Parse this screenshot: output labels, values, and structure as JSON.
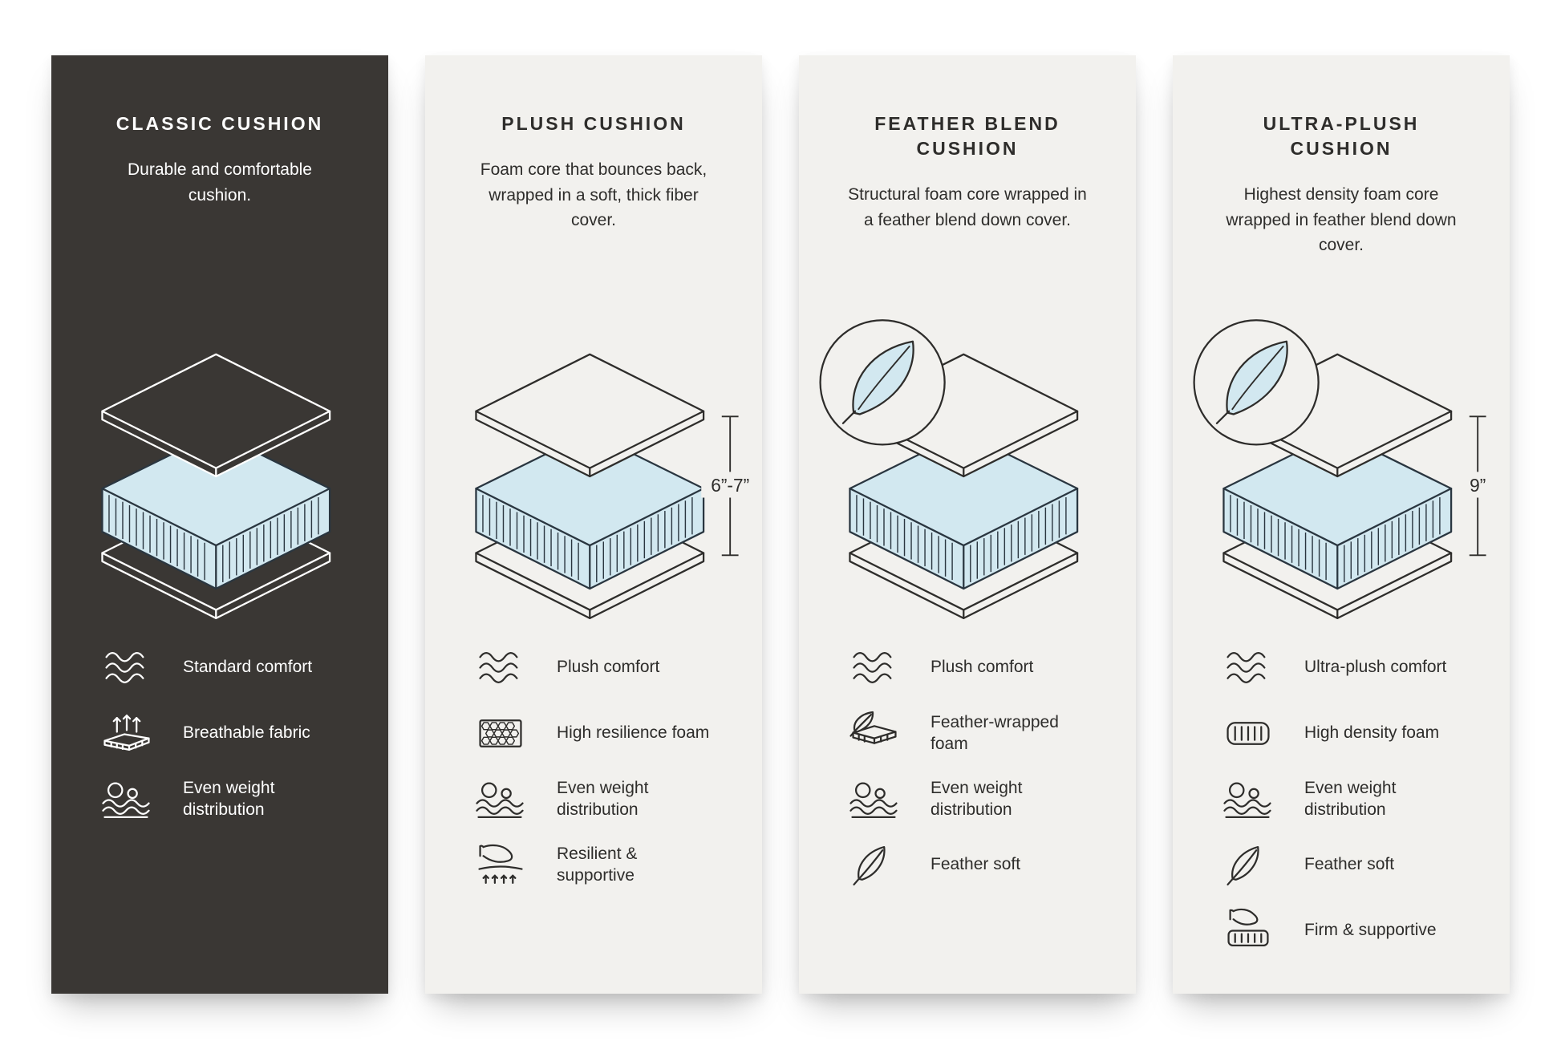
{
  "colors": {
    "page_background": "#ffffff",
    "dark_panel": "#3a3734",
    "light_panel": "#f2f1ee",
    "ink_dark": "#2e2d2b",
    "ink_light": "#ffffff",
    "foam_fill": "#d2e8f0",
    "foam_line": "#2a3640"
  },
  "panels": [
    {
      "id": "classic-cushion",
      "theme": "dark",
      "title": "CLASSIC CUSHION",
      "description": "Durable and comfortable cushion.",
      "diagram": {
        "feather_badge": false,
        "measurement": ""
      },
      "features": [
        {
          "icon": "wave-icon",
          "label": "Standard comfort"
        },
        {
          "icon": "breathable-icon",
          "label": "Breathable fabric"
        },
        {
          "icon": "weight-icon",
          "label": "Even weight distribution"
        }
      ]
    },
    {
      "id": "plush-cushion",
      "theme": "light",
      "title": "PLUSH CUSHION",
      "description": "Foam core that bounces back, wrapped in a soft, thick fiber cover.",
      "diagram": {
        "feather_badge": false,
        "measurement": "6”-7”"
      },
      "features": [
        {
          "icon": "wave-icon",
          "label": "Plush comfort"
        },
        {
          "icon": "honeycomb-icon",
          "label": "High resilience foam"
        },
        {
          "icon": "weight-icon",
          "label": "Even weight distribution"
        },
        {
          "icon": "resilient-icon",
          "label": "Resilient & supportive"
        }
      ]
    },
    {
      "id": "feather-blend-cushion",
      "theme": "light",
      "title": "FEATHER BLEND CUSHION",
      "description": "Structural foam core wrapped in a feather blend down cover.",
      "diagram": {
        "feather_badge": true,
        "measurement": ""
      },
      "features": [
        {
          "icon": "wave-icon",
          "label": "Plush comfort"
        },
        {
          "icon": "feather-foam-icon",
          "label": "Feather-wrapped foam"
        },
        {
          "icon": "weight-icon",
          "label": "Even weight distribution"
        },
        {
          "icon": "feather-icon",
          "label": "Feather soft"
        }
      ]
    },
    {
      "id": "ultra-plush-cushion",
      "theme": "light",
      "title": "ULTRA-PLUSH CUSHION",
      "description": "Highest density foam core wrapped in feather blend down cover.",
      "diagram": {
        "feather_badge": true,
        "measurement": "9”"
      },
      "features": [
        {
          "icon": "wave-icon",
          "label": "Ultra-plush comfort"
        },
        {
          "icon": "density-foam-icon",
          "label": "High density foam"
        },
        {
          "icon": "weight-icon",
          "label": "Even weight distribution"
        },
        {
          "icon": "feather-icon",
          "label": "Feather soft"
        },
        {
          "icon": "firm-icon",
          "label": "Firm & supportive"
        }
      ]
    }
  ]
}
